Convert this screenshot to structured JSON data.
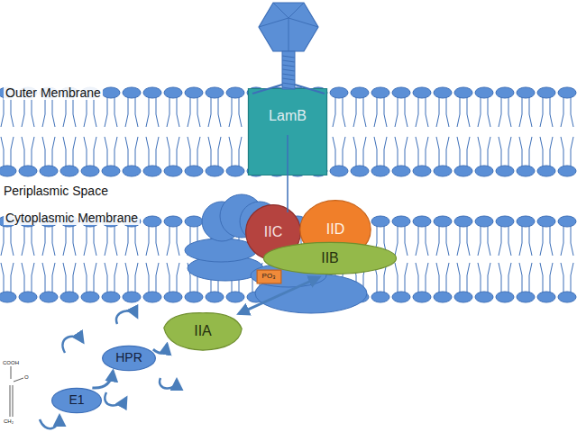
{
  "diagram": {
    "nodes": [
      {
        "text": [
          "LamB"
        ]
      },
      {
        "text": [
          "IIC"
        ]
      },
      {
        "text": [
          "IID"
        ]
      },
      {
        "text": [
          "IIB"
        ]
      },
      {
        "text": [
          "PO₃"
        ]
      },
      {
        "text": [
          "IIA"
        ]
      },
      {
        "text": [
          "HPR"
        ]
      },
      {
        "text": [
          "E1"
        ]
      }
    ],
    "edges": [
      {
        "from": 7,
        "to": 6,
        "arrow": "to"
      },
      {
        "from": 6,
        "to": 5,
        "arrow": "to"
      },
      {
        "from": 5,
        "to": 3,
        "arrow": "both"
      }
    ],
    "labels": [
      "Outer Membrane",
      "Periplasmic Space",
      "Cytoplasmic Membrane",
      "COOH",
      "O",
      "CH₂"
    ]
  }
}
